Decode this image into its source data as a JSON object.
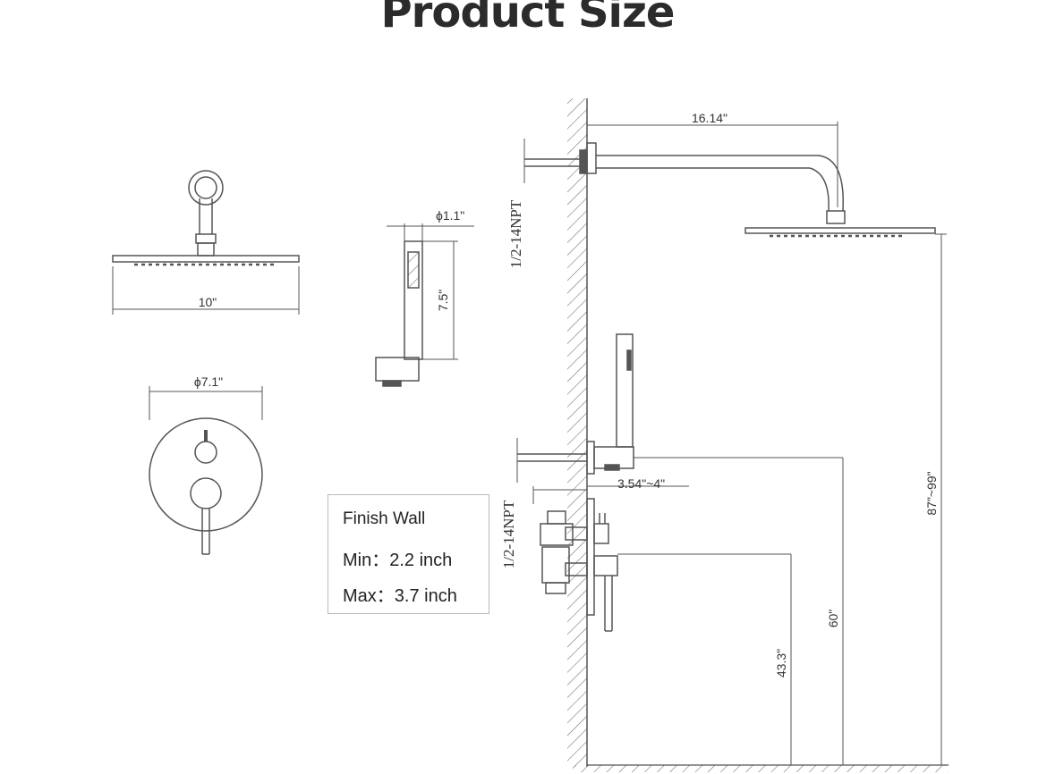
{
  "title": "Product Size",
  "dimensions": {
    "shower_head_width": "10\"",
    "hand_shower_diameter": "ϕ1.1\"",
    "hand_shower_length": "7.5\"",
    "trim_plate_diameter": "ϕ7.1\"",
    "shower_arm_length": "16.14\"",
    "thread_top": "1/2-14NPT",
    "thread_bottom": "1/2-14NPT",
    "valve_depth": "3.54\"~4\"",
    "head_height": "87\"~99\"",
    "hand_outlet_height": "60\"",
    "valve_height": "43.3\""
  },
  "finish_wall": {
    "heading": "Finish Wall",
    "min": "Min：2.2 inch",
    "max": "Max：3.7 inch"
  },
  "colors": {
    "line": "#555555",
    "hatch": "#777777",
    "text": "#333333"
  }
}
